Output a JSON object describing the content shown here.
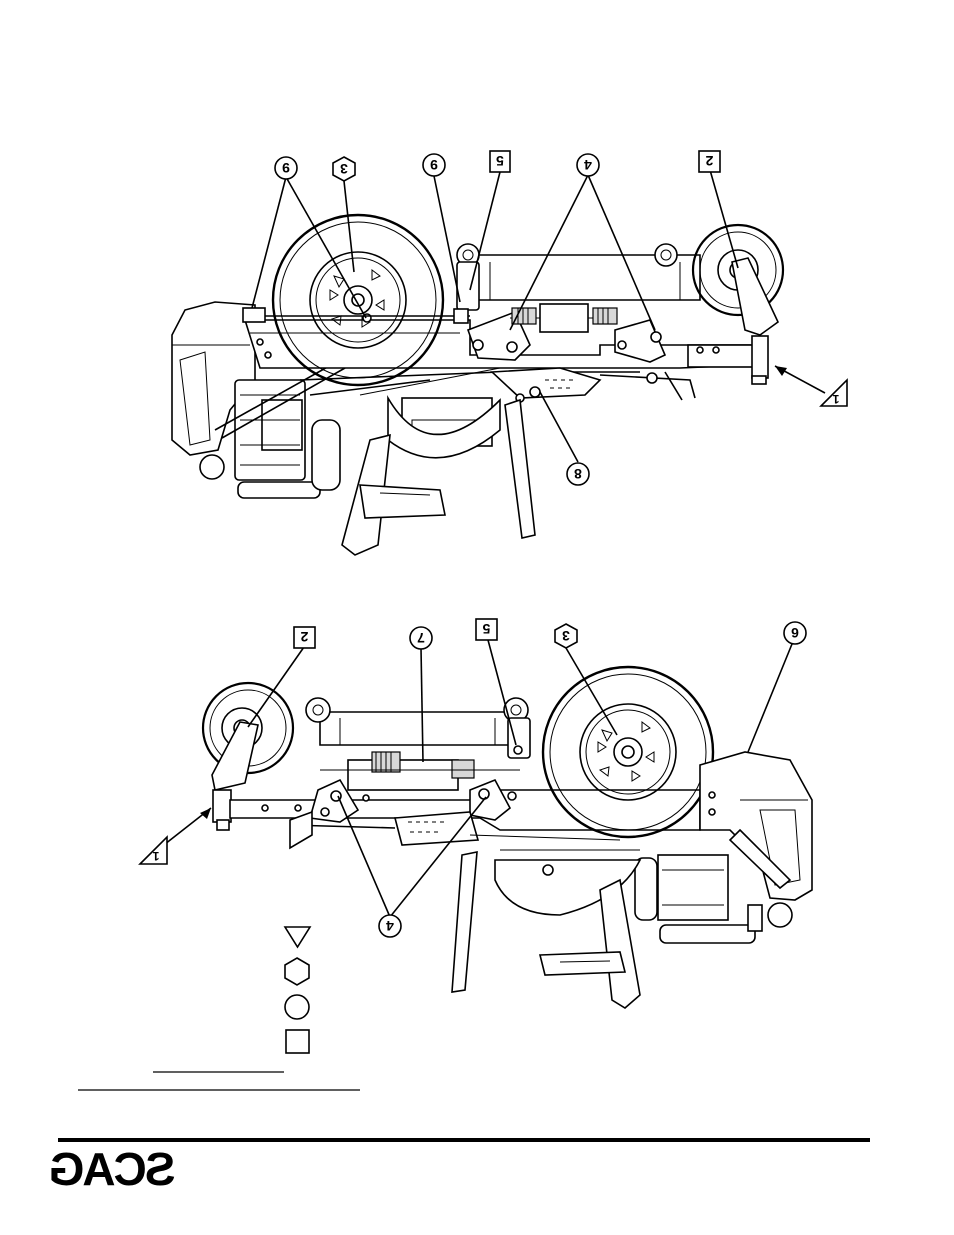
{
  "figure_top": {
    "callouts": [
      {
        "id": "c9a",
        "label": "9",
        "shape": "circle"
      },
      {
        "id": "c3a",
        "label": "3",
        "shape": "hexagon"
      },
      {
        "id": "c9b",
        "label": "9",
        "shape": "circle"
      },
      {
        "id": "c5a",
        "label": "5",
        "shape": "square"
      },
      {
        "id": "c4a",
        "label": "4",
        "shape": "circle"
      },
      {
        "id": "c2a",
        "label": "2",
        "shape": "square"
      },
      {
        "id": "c1a",
        "label": "1",
        "shape": "triangle"
      },
      {
        "id": "c8a",
        "label": "8",
        "shape": "circle"
      }
    ]
  },
  "figure_bottom": {
    "callouts": [
      {
        "id": "c2b",
        "label": "2",
        "shape": "square"
      },
      {
        "id": "c7b",
        "label": "7",
        "shape": "circle"
      },
      {
        "id": "c5b",
        "label": "5",
        "shape": "square"
      },
      {
        "id": "c3b",
        "label": "3",
        "shape": "hexagon"
      },
      {
        "id": "c6b",
        "label": "6",
        "shape": "circle"
      },
      {
        "id": "c1b",
        "label": "1",
        "shape": "triangle"
      },
      {
        "id": "c4b",
        "label": "4",
        "shape": "circle"
      }
    ]
  },
  "legend": {
    "symbols": [
      "triangle",
      "hexagon",
      "circle",
      "square"
    ]
  },
  "footer": {
    "logo_text": "SCAG",
    "icon": "scag-logo-mirrored"
  },
  "colors": {
    "ink": "#000000",
    "paper": "#ffffff"
  }
}
